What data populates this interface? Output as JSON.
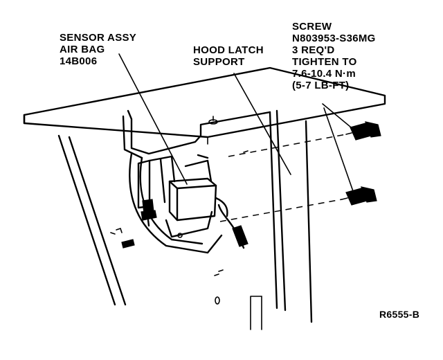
{
  "callouts": {
    "sensor": {
      "lines": [
        "SENSOR ASSY",
        "AIR BAG",
        "14B006"
      ]
    },
    "hood_latch_support": {
      "lines": [
        "HOOD LATCH",
        "SUPPORT"
      ]
    },
    "screw": {
      "lines": [
        "SCREW",
        "N803953-S36MG",
        "3 REQ'D",
        "TIGHTEN TO",
        "7.6-10.4 N·m",
        "(5-7 LB-FT)"
      ]
    }
  },
  "figure_id": "R6555-B"
}
